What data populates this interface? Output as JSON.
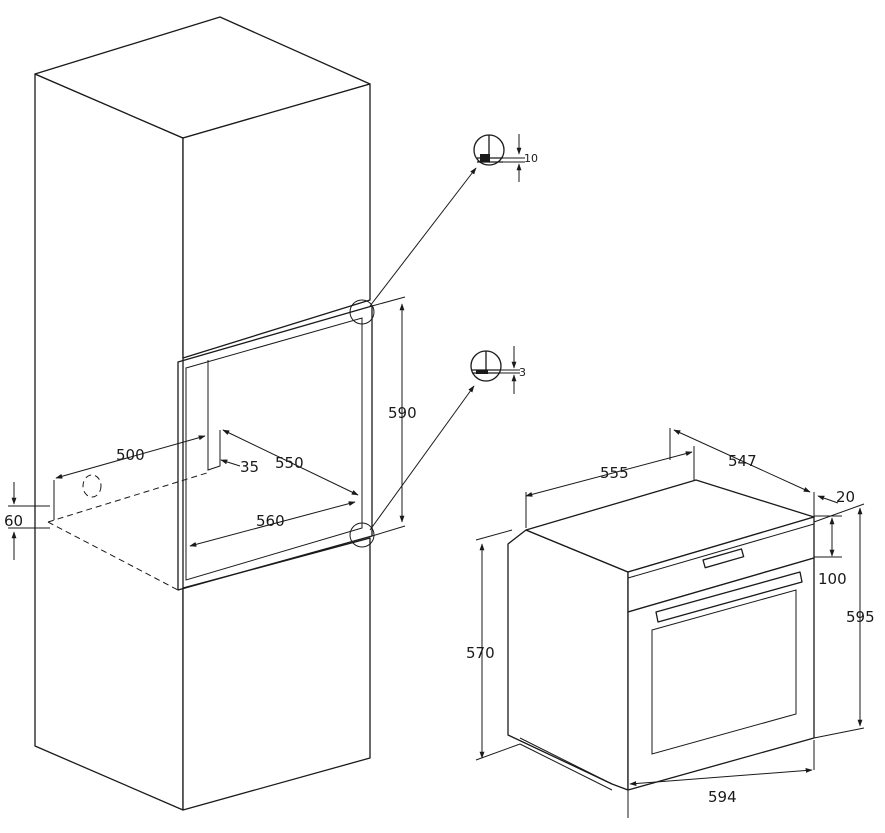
{
  "dimensions": {
    "niche_height": "590",
    "niche_width": "560",
    "niche_depth": "550",
    "cabinet_depth": "500",
    "gap_back": "35",
    "vent_height": "60",
    "detail_top": "10",
    "detail_bottom": "3",
    "oven_depth": "555",
    "oven_depth_body": "547",
    "oven_front_offset": "20",
    "oven_panel_height": "100",
    "oven_total_height": "595",
    "oven_body_height": "570",
    "oven_width": "594"
  }
}
